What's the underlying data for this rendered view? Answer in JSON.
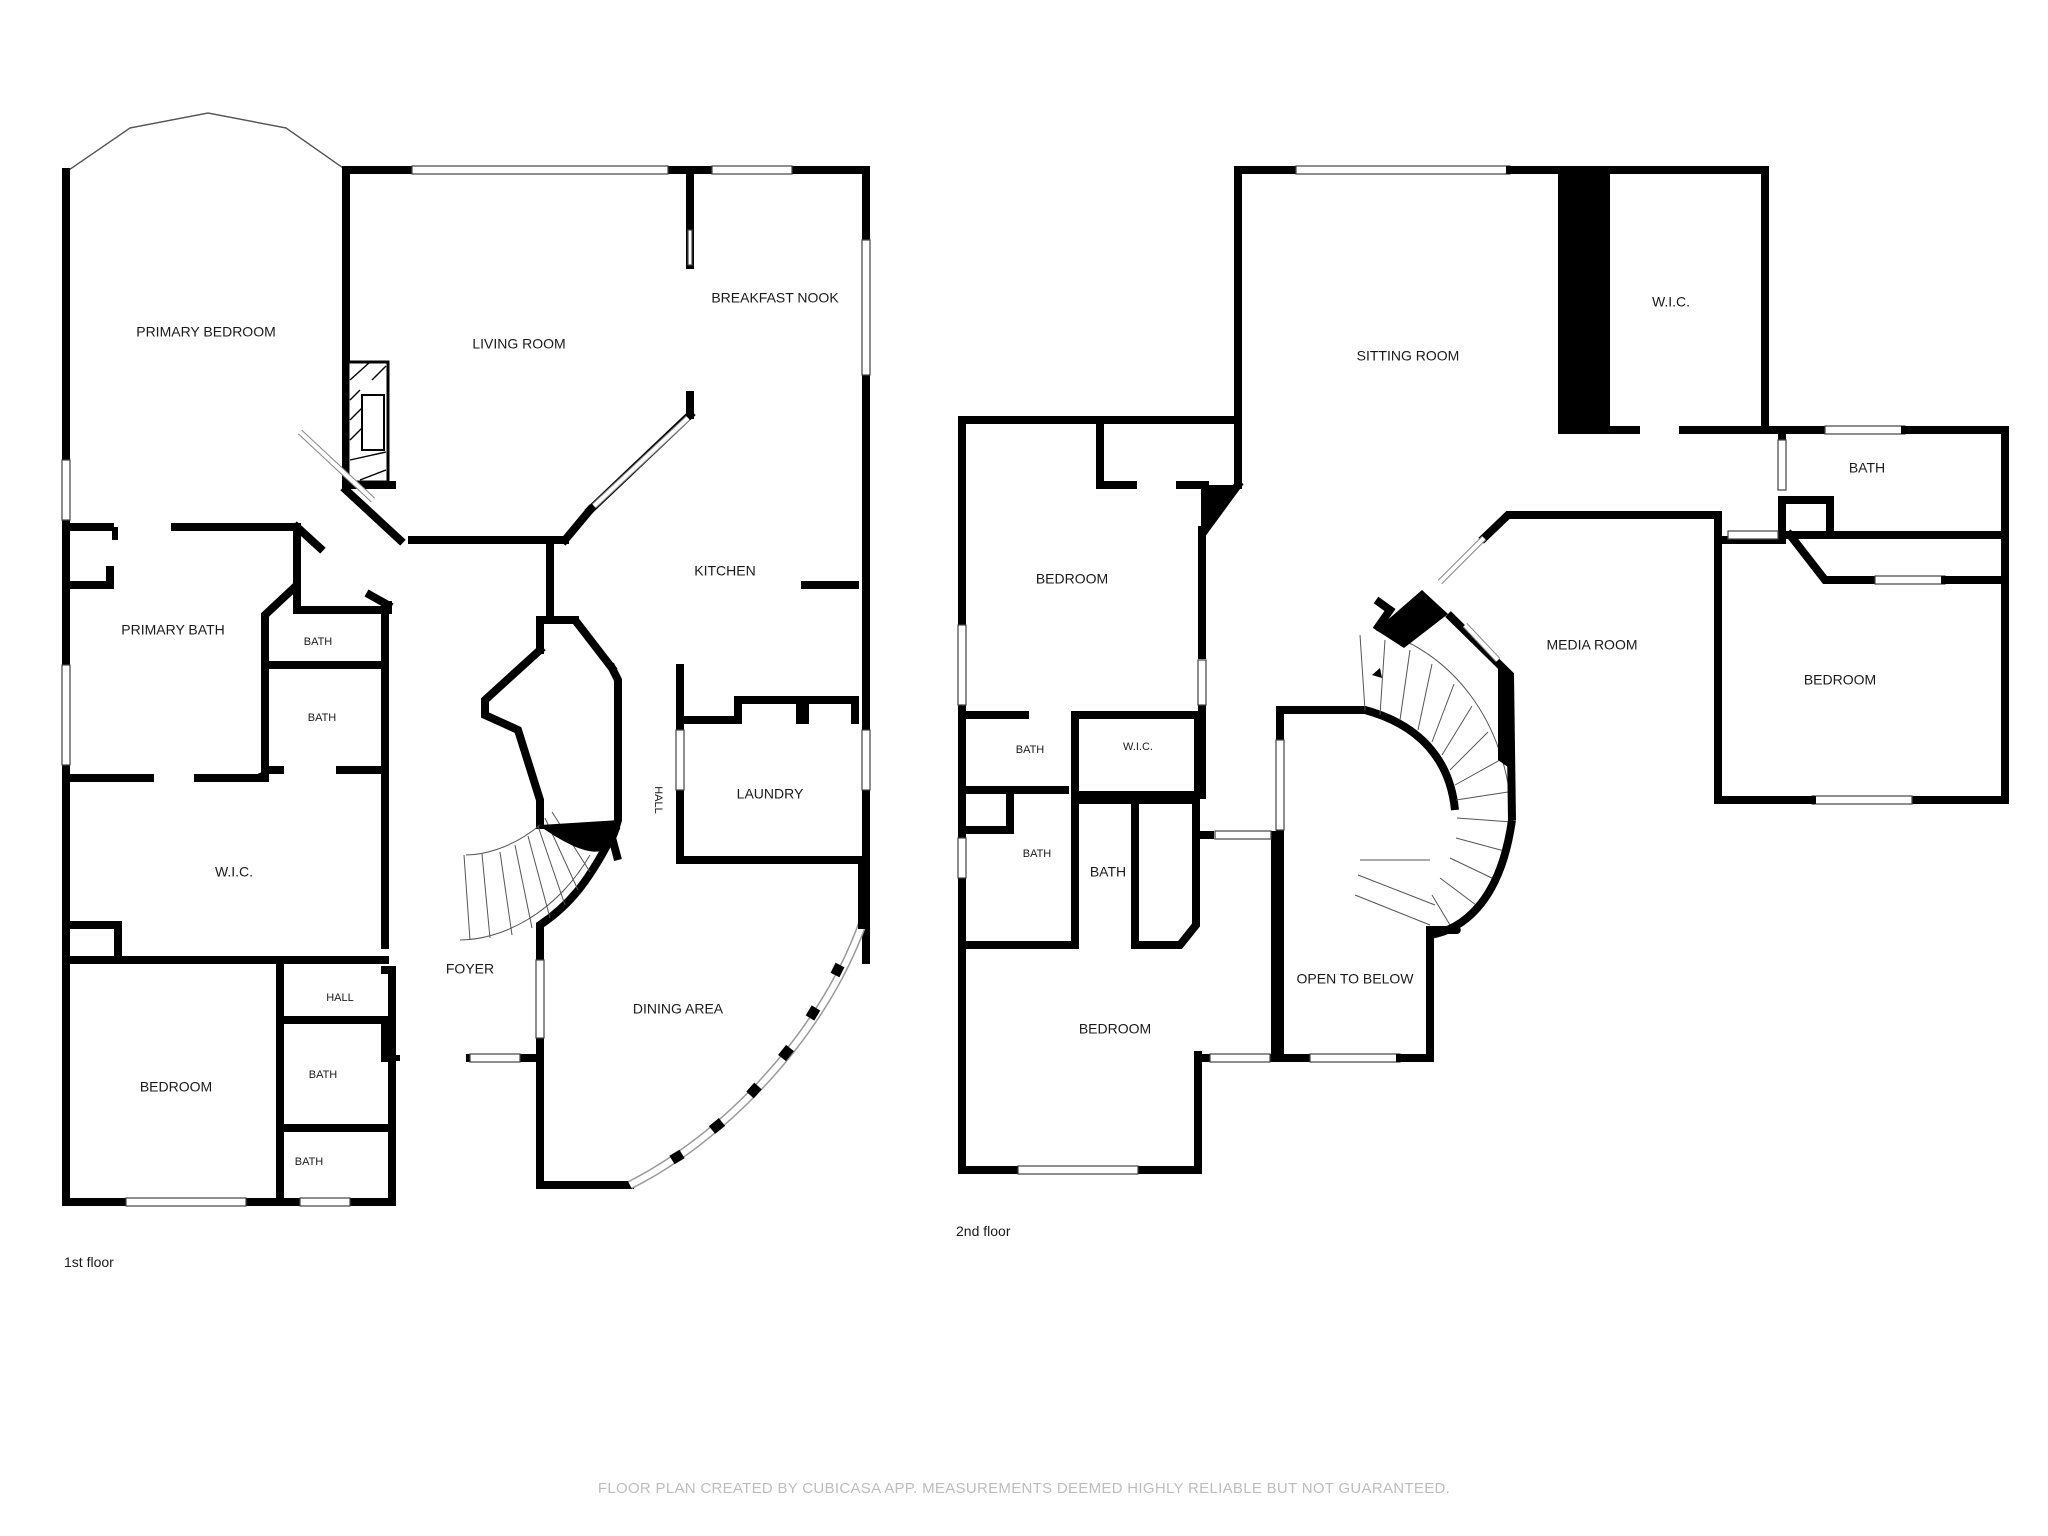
{
  "floors": [
    {
      "name": "1st floor",
      "rooms": {
        "primary_bedroom": "PRIMARY BEDROOM",
        "living_room": "LIVING ROOM",
        "breakfast_nook": "BREAKFAST NOOK",
        "kitchen": "KITCHEN",
        "primary_bath": "PRIMARY BATH",
        "bath_a": "BATH",
        "bath_b": "BATH",
        "wic": "W.I.C.",
        "laundry": "LAUNDRY",
        "hall_vertical": "HALL",
        "foyer": "FOYER",
        "hall_small": "HALL",
        "bedroom": "BEDROOM",
        "bath_c": "BATH",
        "bath_d": "BATH",
        "dining_area": "DINING AREA"
      }
    },
    {
      "name": "2nd floor",
      "rooms": {
        "sitting_room": "SITTING ROOM",
        "wic_top": "W.I.C.",
        "bath_right": "BATH",
        "bedroom_left": "BEDROOM",
        "media_room": "MEDIA ROOM",
        "bedroom_right": "BEDROOM",
        "bath_a": "BATH",
        "wic_small": "W.I.C.",
        "bath_b": "BATH",
        "bath_c": "BATH",
        "bedroom_bottom": "BEDROOM",
        "open_to_below": "OPEN TO BELOW"
      }
    }
  ],
  "footer": "FLOOR PLAN CREATED BY CUBICASA APP. MEASUREMENTS DEEMED HIGHLY RELIABLE BUT NOT GUARANTEED."
}
